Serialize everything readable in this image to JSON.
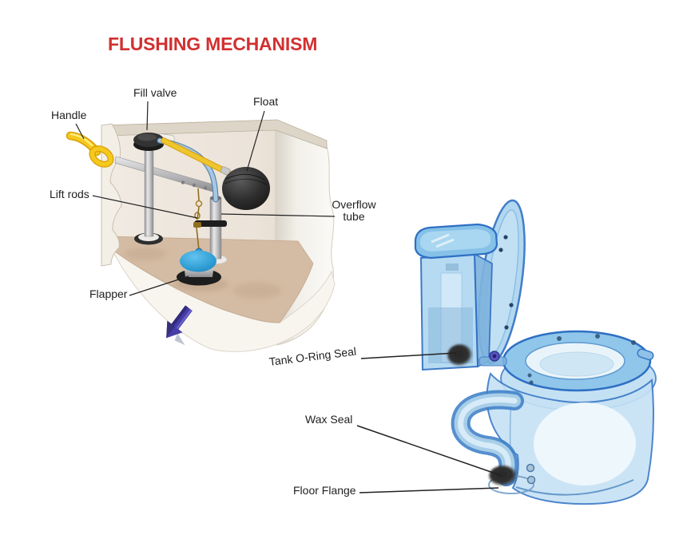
{
  "title": {
    "text": "FLUSHING MECHANISM",
    "color": "#d23030"
  },
  "tank_diagram": {
    "description": "cutaway view of toilet tank flushing mechanism",
    "labels": {
      "handle": "Handle",
      "fill_valve": "Fill valve",
      "float": "Float",
      "lift_rods": "Lift rods",
      "overflow_tube": "Overflow tube",
      "flapper": "Flapper"
    }
  },
  "toilet_diagram": {
    "description": "translucent blue toilet side view with seal locations",
    "labels": {
      "tank_oring_seal": "Tank O-Ring Seal",
      "wax_seal": "Wax Seal",
      "floor_flange": "Floor Flange"
    }
  },
  "colors": {
    "title_red": "#d23030",
    "label_text": "#1f1f1f",
    "leader_line": "#222222",
    "tank_wall_cream": "#f2eee6",
    "tank_floor_tan": "#d4bba3",
    "handle_yellow": "#f5c91d",
    "float_black": "#222222",
    "flapper_blue": "#2f9ed4",
    "arrow_purple": "#463da6",
    "toilet_outline_blue": "#2e6fc4",
    "toilet_fill_blue": "#bcddf2",
    "seal_dark": "#2a2a2a"
  }
}
